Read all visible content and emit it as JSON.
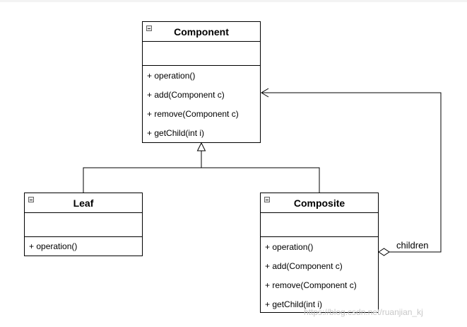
{
  "classes": {
    "component": {
      "name": "Component",
      "methods": [
        "+ operation()",
        "+ add(Component c)",
        "+ remove(Component c)",
        "+ getChild(int i)"
      ]
    },
    "leaf": {
      "name": "Leaf",
      "methods": [
        "+ operation()"
      ]
    },
    "composite": {
      "name": "Composite",
      "methods": [
        "+ operation()",
        "+ add(Component c)",
        "+ remove(Component c)",
        "+ getChild(int i)"
      ]
    }
  },
  "relations": {
    "children_label": "children"
  },
  "watermark": "https://blog.csdn.net/ruanjian_kj",
  "icons": {
    "collapse": "collapse-minus-icon"
  }
}
